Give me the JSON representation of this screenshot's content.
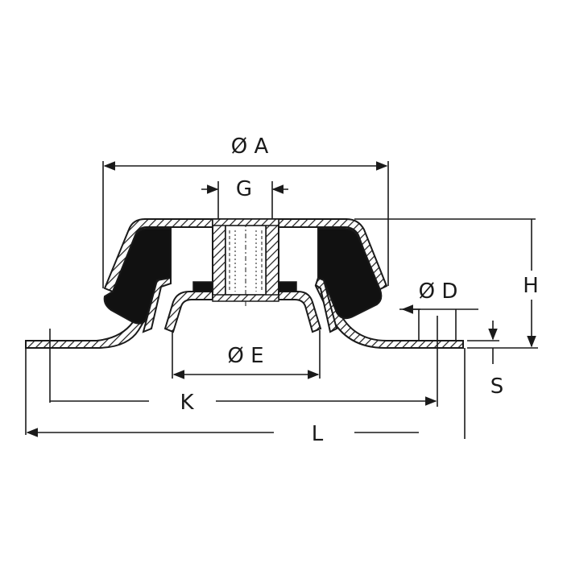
{
  "labels": {
    "dia_a": "Ø A",
    "g": "G",
    "h": "H",
    "dia_d": "Ø D",
    "dia_e": "Ø E",
    "k": "K",
    "l": "L",
    "s": "S"
  },
  "colors": {
    "ink": "#1a1a1a",
    "rubber": "#111111",
    "background": "#ffffff"
  }
}
